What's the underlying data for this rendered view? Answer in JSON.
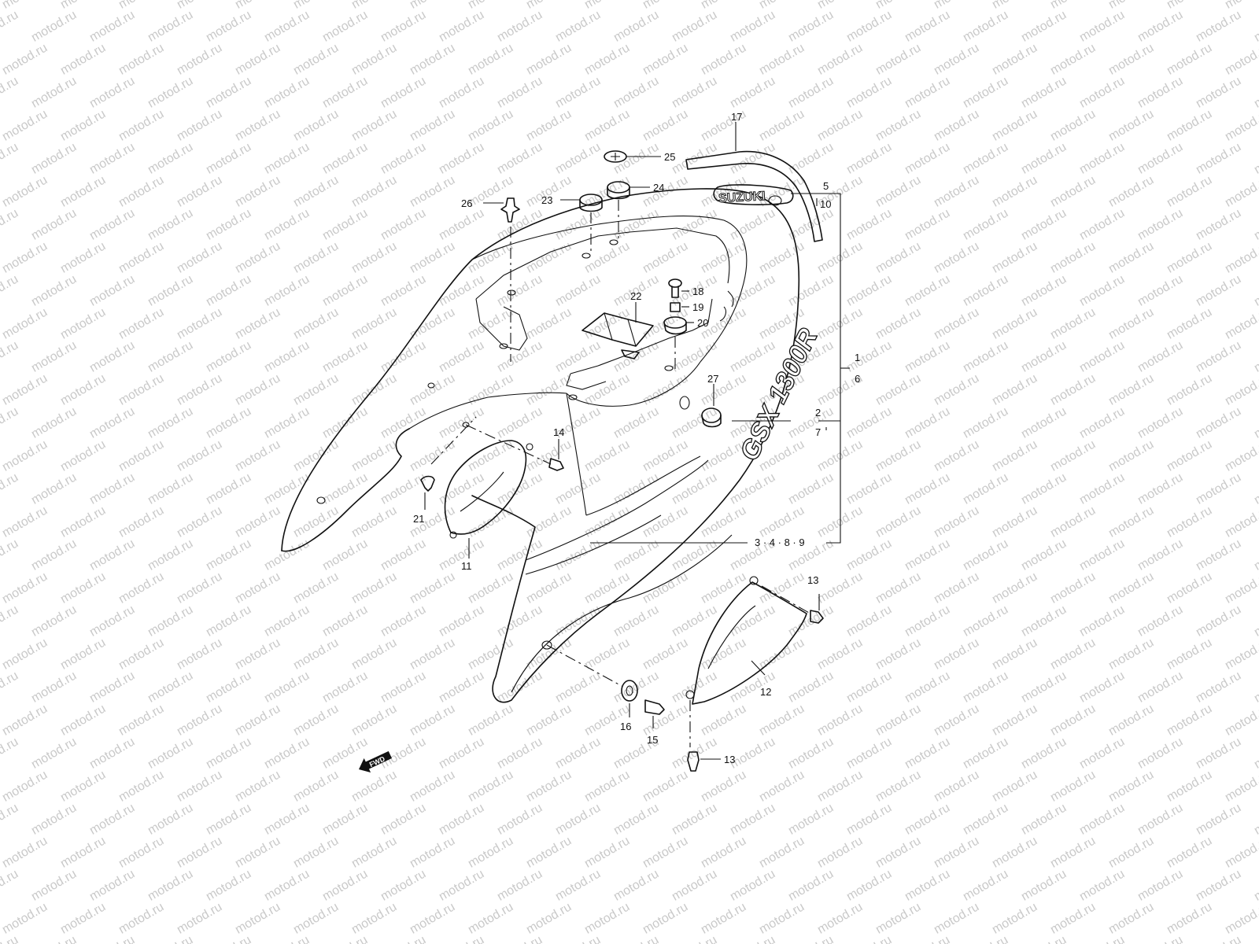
{
  "watermark": {
    "text": "motod.ru"
  },
  "emblems": {
    "brand": "SUZUKI",
    "model": "GSX 1300R",
    "direction": "FWD"
  },
  "callouts": {
    "c1": "1",
    "c2": "2",
    "c3_4_8_9": "3 · 4 · 8 · 9",
    "c5": "5",
    "c6": "6",
    "c7": "7",
    "c10": "10",
    "c11": "11",
    "c12": "12",
    "c13a": "13",
    "c13b": "13",
    "c14": "14",
    "c15": "15",
    "c16": "16",
    "c17": "17",
    "c18": "18",
    "c19": "19",
    "c20": "20",
    "c21": "21",
    "c22": "22",
    "c23": "23",
    "c24": "24",
    "c25": "25",
    "c26": "26",
    "c27": "27"
  }
}
